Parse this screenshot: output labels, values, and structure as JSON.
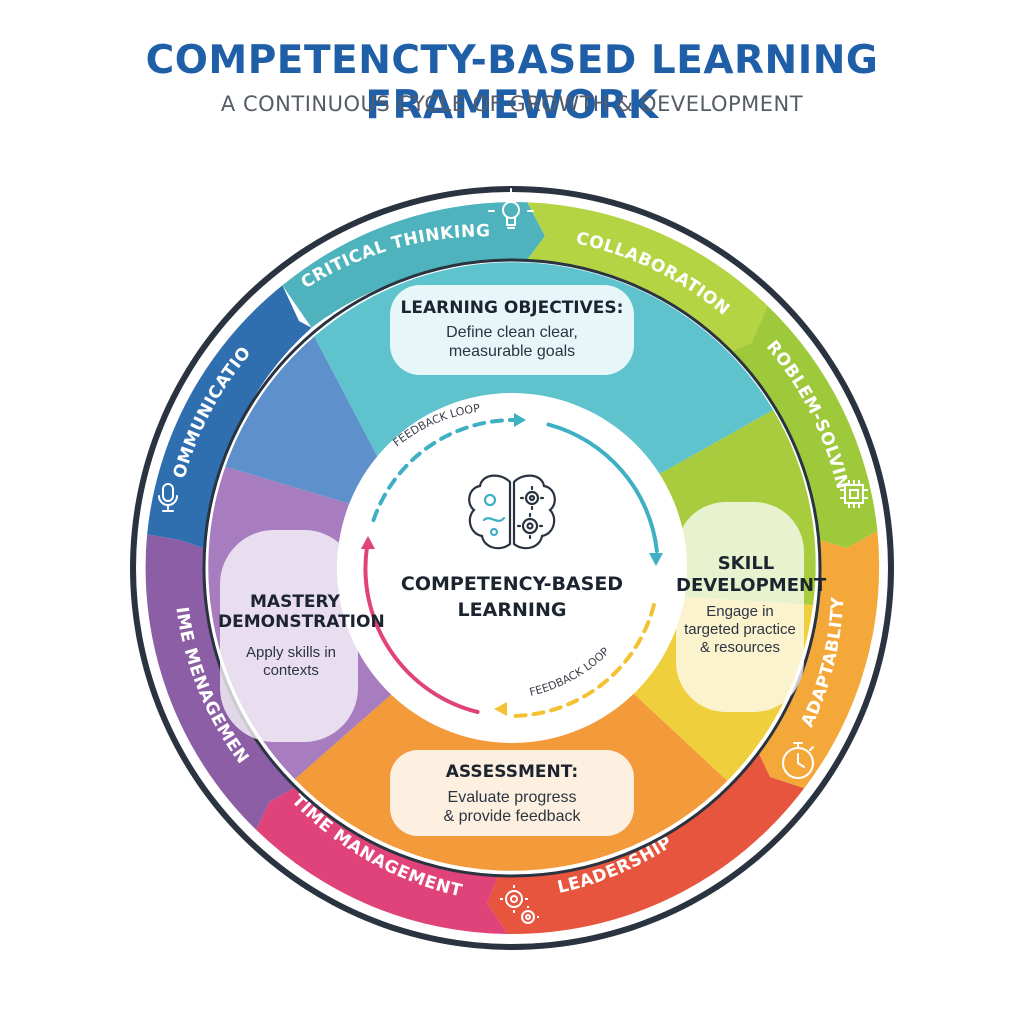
{
  "header": {
    "title": "COMPETENCTY-BASED LEARNING FRAMEWORK",
    "subtitle": "A CONTINUOUS CYCLE OF GROWTH & DEVELOPMENT"
  },
  "center": {
    "label_line1": "COMPETENCY-BASED",
    "label_line2": "LEARNING",
    "icon": "brain-gears-icon"
  },
  "feedback_loops": {
    "top_label": "FEEDBACK LOOP",
    "bottom_label": "FEEDBACK LOOP"
  },
  "stages": [
    {
      "id": "learning-objectives",
      "title": "LEARNING OBJECTIVES:",
      "desc_line1": "Define clean clear,",
      "desc_line2": "measurable goals",
      "color": "#5ec3cd"
    },
    {
      "id": "skill-development",
      "title_line1": "SKILL",
      "title_line2": "DEVELOPMENT",
      "desc_line1": "Engage in",
      "desc_line2": "targeted practice",
      "desc_line3": "& resources",
      "color": "#a8cc3e"
    },
    {
      "id": "assessment",
      "title": "ASSESSMENT:",
      "desc_line1": "Evaluate progress",
      "desc_line2": "& provide feedback",
      "color": "#f39a3a"
    },
    {
      "id": "mastery-demonstration",
      "title_line1": "MASTERY",
      "title_line2": "DEMONSTRATION",
      "desc_line1": "Apply skills in",
      "desc_line2": "contexts",
      "color": "#a77dbf"
    }
  ],
  "competencies": [
    {
      "label": "CRITICAL THINKING",
      "color": "#4fb3bd",
      "icon": "lightbulb-icon"
    },
    {
      "label": "COLLABORATION",
      "color": "#b5d443"
    },
    {
      "label": "PROBLEM-SOLVING",
      "color": "#9dc93b",
      "icon": "chip-icon"
    },
    {
      "label": "ADAPTABLITY",
      "color": "#f5a83a",
      "icon": "stopwatch-icon"
    },
    {
      "label": "LEADERSHIP",
      "color": "#e8553e",
      "icon": "gears-icon"
    },
    {
      "label": "TIME MANAGEMENT",
      "color": "#e0427a"
    },
    {
      "label": "TIME MENAGEMENT",
      "color": "#8b5ea6"
    },
    {
      "label": "COMMUNICATION",
      "color": "#2f6fb0",
      "icon": "microphone-icon"
    }
  ],
  "colors": {
    "title": "#1f5fa8",
    "feedback_blue": "#3fb0c4",
    "feedback_yellow": "#f2c233",
    "feedback_pink": "#e0427a",
    "ring_border": "#2a3340"
  }
}
